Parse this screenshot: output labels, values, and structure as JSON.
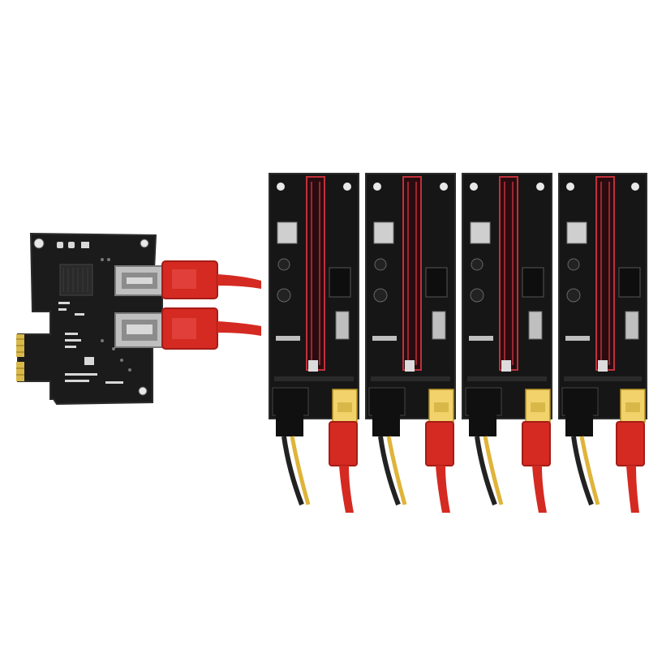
{
  "image": {
    "description_role": "product photo",
    "background_color": "#ffffff"
  },
  "colors": {
    "pcb": "#1a1a1a",
    "pcb_edge": "#2a2a2a",
    "cable_red": "#d42a22",
    "cable_red_dark": "#a51c16",
    "gold": "#d9b84a",
    "usb_yellow": "#f2d36b",
    "slot_red": "#c0303a",
    "wire_black": "#222222",
    "wire_yellow": "#e0b43a"
  },
  "host_card": {
    "usb_ports": 2
  },
  "riser_cards": {
    "count": 4
  }
}
